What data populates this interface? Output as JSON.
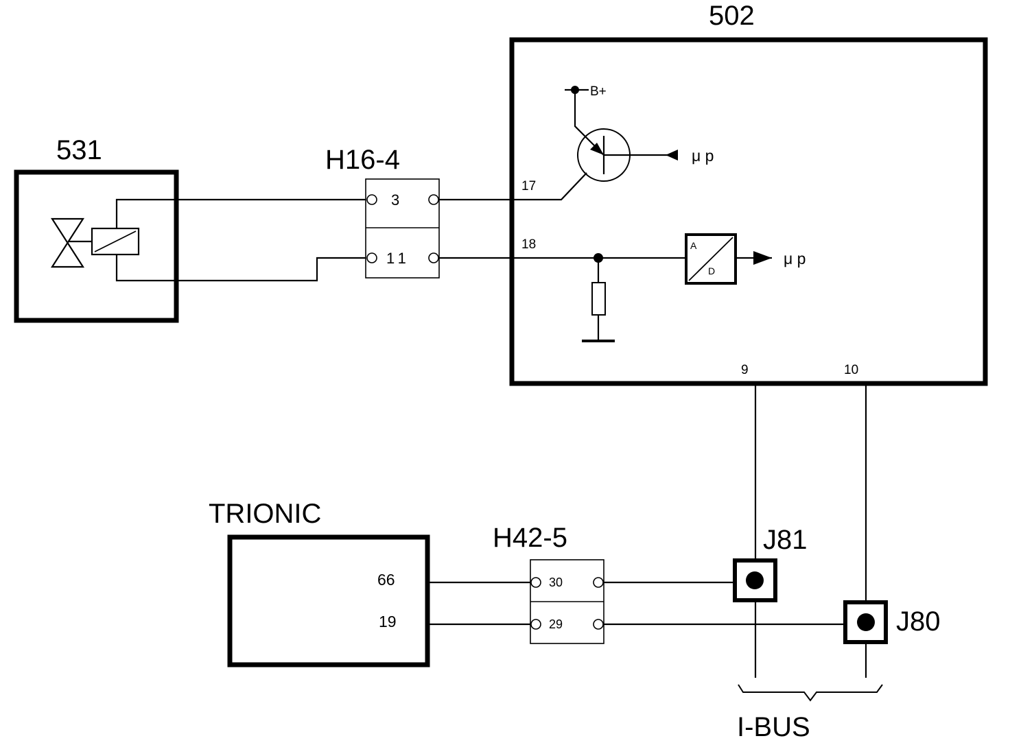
{
  "components": {
    "c502": {
      "title": "502",
      "pin17": "17",
      "pin18": "18",
      "pin9": "9",
      "pin10": "10",
      "bplus": "B+",
      "up_top": "μ p",
      "up_bottom": "μ p",
      "ad_a": "A",
      "ad_d": "D"
    },
    "c531": {
      "title": "531"
    },
    "trionic": {
      "title": "TRIONIC",
      "pin66": "66",
      "pin19": "19"
    }
  },
  "connectors": {
    "h16": {
      "title": "H16-4",
      "pin3": "3",
      "pin11": "11"
    },
    "h42": {
      "title": "H42-5",
      "pin30": "30",
      "pin29": "29"
    },
    "j81": {
      "title": "J81"
    },
    "j80": {
      "title": "J80"
    }
  },
  "bus": {
    "label": "I-BUS"
  }
}
